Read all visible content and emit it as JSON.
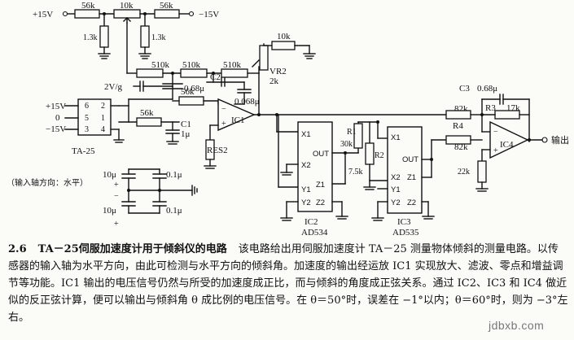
{
  "schematic": {
    "supply_pos": "+15V",
    "supply_neg": "−15V",
    "top_divider": {
      "r_left": "56k",
      "pot": "10k",
      "r_right": "56k",
      "r_left_gnd": "1.3k",
      "r_right_gnd": "1.3k"
    },
    "feedback": {
      "r1": "510k",
      "r2": "510k",
      "r3": "510k",
      "c_fb": "0.68μ",
      "c2": "C2",
      "c3_fb": "0.068μ",
      "sensitivity": "2V/g"
    },
    "vr2": {
      "name": "VR2",
      "value": "2k",
      "r_top": "10k"
    },
    "sensor": {
      "name": "TA-25",
      "pins": {
        "p6": "6",
        "p5": "5",
        "p3": "3",
        "p2": "2",
        "p1": "1",
        "p4": "4"
      },
      "supplies": [
        "+15V",
        "0",
        "−15V"
      ]
    },
    "input_rc": {
      "r_in": "56k",
      "r_series": "56k",
      "c1_name": "C1",
      "c1_value": "1μ"
    },
    "ic1": {
      "name": "IC1",
      "res": "RES2"
    },
    "axis_note": "（输入轴方向：水平）",
    "decoupling": {
      "c_a": "10μ",
      "c_b": "0.1μ",
      "c_c": "10μ",
      "c_d": "0.1μ",
      "plus": "+",
      "minus": "−"
    },
    "ic2": {
      "name": "IC2",
      "part": "AD534",
      "pins": [
        "X1",
        "X2",
        "Y1",
        "Y2",
        "OUT",
        "Z1",
        "Z2"
      ]
    },
    "ic3": {
      "name": "IC3",
      "part": "AD535",
      "pins": [
        "X1",
        "X2",
        "Y1",
        "Y2",
        "OUT",
        "Z1",
        "Z2"
      ]
    },
    "r1": {
      "name": "R1",
      "value": "30k"
    },
    "r2": {
      "name": "R2",
      "value": "7.5k"
    },
    "ic4": {
      "name": "IC4",
      "c3_name": "C3",
      "c3_value": "0.68μ",
      "r3_name": "R3",
      "r3_value": "17k",
      "r_in1": "82k",
      "r4_name": "R4",
      "r4_value": "82k",
      "r_gnd": "22k",
      "output": "输出"
    }
  },
  "caption": {
    "section": "2.6",
    "title": "TA－25伺服加速度计用于倾斜仪的电路",
    "body": "该电路给出用伺服加速度计 TA－25 测量物体倾斜的测量电路。以传感器的输入轴为水平方向，由此可检测与水平方向的倾斜角。加速度的输出经运放 IC1 实现放大、滤波、零点和增益调节等功能。IC1 输出的电压信号仍然与所受的加速度成正比，而与倾斜的角度成正弦关系。通过 IC2、IC3 和 IC4 做近似的反正弦计算，便可以输出与倾斜角 θ 成比例的电压信号。在 θ＝50°时，误差在 −1°以内；θ＝60°时，则为 −3°左右。"
  },
  "watermark": "jdbxb.com"
}
